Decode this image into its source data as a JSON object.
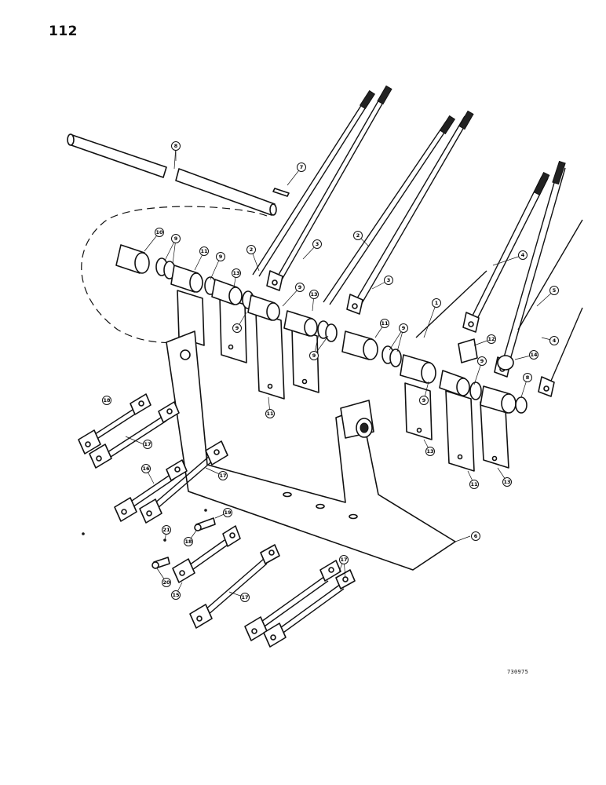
{
  "page_number": "112",
  "figure_code": "730975",
  "callouts": [
    {
      "label": "8"
    },
    {
      "label": "7"
    },
    {
      "label": "10"
    },
    {
      "label": "9"
    },
    {
      "label": "11"
    },
    {
      "label": "9"
    },
    {
      "label": "2"
    },
    {
      "label": "3"
    },
    {
      "label": "13"
    },
    {
      "label": "9"
    },
    {
      "label": "9"
    },
    {
      "label": "13"
    },
    {
      "label": "2"
    },
    {
      "label": "3"
    },
    {
      "label": "9"
    },
    {
      "label": "11"
    },
    {
      "label": "9"
    },
    {
      "label": "1"
    },
    {
      "label": "4"
    },
    {
      "label": "5"
    },
    {
      "label": "4"
    },
    {
      "label": "12"
    },
    {
      "label": "14"
    },
    {
      "label": "9"
    },
    {
      "label": "8"
    },
    {
      "label": "9"
    },
    {
      "label": "11"
    },
    {
      "label": "13"
    },
    {
      "label": "11"
    },
    {
      "label": "13"
    },
    {
      "label": "6"
    },
    {
      "label": "18"
    },
    {
      "label": "17"
    },
    {
      "label": "16"
    },
    {
      "label": "17"
    },
    {
      "label": "19"
    },
    {
      "label": "18"
    },
    {
      "label": "21"
    },
    {
      "label": "20"
    },
    {
      "label": "15"
    },
    {
      "label": "17"
    },
    {
      "label": "17"
    }
  ]
}
